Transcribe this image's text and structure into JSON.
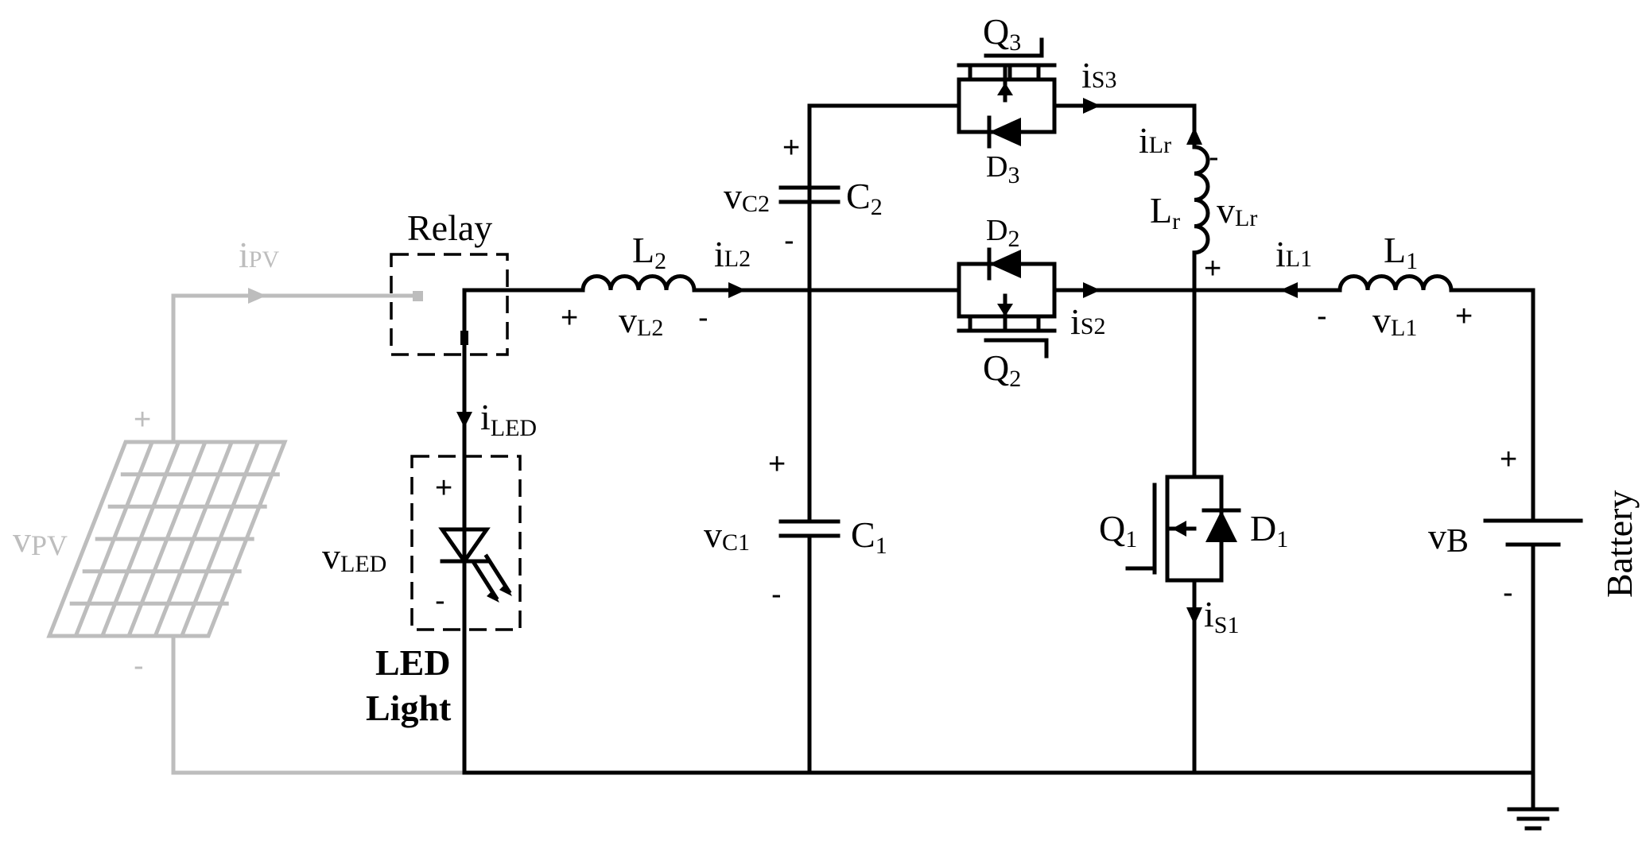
{
  "components": {
    "relay": "Relay",
    "led_light": [
      "LED",
      "Light"
    ],
    "battery": "Battery",
    "L2": {
      "base": "L",
      "sub": "2"
    },
    "L1": {
      "base": "L",
      "sub": "1"
    },
    "Lr": {
      "base": "L",
      "sub": "r"
    },
    "C1": {
      "base": "C",
      "sub": "1"
    },
    "C2": {
      "base": "C",
      "sub": "2"
    },
    "Q1": {
      "base": "Q",
      "sub": "1"
    },
    "Q2": {
      "base": "Q",
      "sub": "2"
    },
    "Q3": {
      "base": "Q",
      "sub": "3"
    },
    "D1": {
      "base": "D",
      "sub": "1"
    },
    "D2": {
      "base": "D",
      "sub": "2"
    },
    "D3": {
      "base": "D",
      "sub": "3"
    }
  },
  "voltages": {
    "vPV": {
      "base": "v",
      "sub": "PV"
    },
    "vLED": {
      "base": "v",
      "sub": "LED"
    },
    "vL2": {
      "base": "v",
      "sub": "L2"
    },
    "vL1": {
      "base": "v",
      "sub": "L1"
    },
    "vLr": {
      "base": "v",
      "sub": "Lr"
    },
    "vC1": {
      "base": "v",
      "sub": "C1"
    },
    "vC2": {
      "base": "v",
      "sub": "C2"
    },
    "vB": {
      "base": "v",
      "sub": "B"
    }
  },
  "currents": {
    "iPV": {
      "base": "i",
      "sub": "PV"
    },
    "iLED": {
      "base": "i",
      "sub": "LED"
    },
    "iL2": {
      "base": "i",
      "sub": "L2"
    },
    "iL1": {
      "base": "i",
      "sub": "L1"
    },
    "iLr": {
      "base": "i",
      "sub": "Lr"
    },
    "iS1": {
      "base": "i",
      "sub": "S1"
    },
    "iS2": {
      "base": "i",
      "sub": "S2"
    },
    "iS3": {
      "base": "i",
      "sub": "S3"
    }
  },
  "polarity": {
    "plus": "+",
    "minus": "-"
  },
  "colors": {
    "wire": "#000000",
    "pv_branch": "#bdbdbd",
    "background": "#ffffff"
  },
  "icons": {
    "pv_panel": "solar-panel-icon",
    "ground": "ground-icon",
    "led": "led-icon",
    "mosfet": "mosfet-icon",
    "diode": "diode-icon",
    "inductor": "inductor-icon",
    "capacitor": "capacitor-icon",
    "battery": "battery-icon"
  }
}
